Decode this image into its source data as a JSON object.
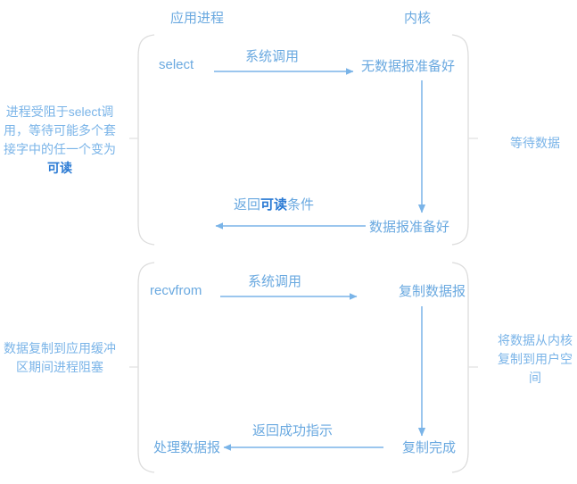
{
  "diagram": {
    "title_columns": [
      {
        "name": "app-process",
        "label": "应用进程"
      },
      {
        "name": "kernel",
        "label": "内核"
      }
    ],
    "colors": {
      "line": "#7ab4e8",
      "text": "#6aa9e0",
      "text_wrap": "#7ab4e8",
      "emphasis": "#2a7ad4",
      "bracket": "#d9d9d9",
      "background": "#ffffff"
    },
    "phase1": {
      "left_note": {
        "prefix": "进程受阻于select调用，等待可能多个套接字中的任一个变为",
        "emphasis": "可读",
        "suffix": ""
      },
      "right_note": "等待数据",
      "call_label": "select",
      "syscall_label": "系统调用",
      "kernel_state_top": "无数据报准备好",
      "kernel_state_bottom": "数据报准备好",
      "return_label": {
        "prefix": "返回",
        "emphasis": "可读",
        "suffix": "条件"
      }
    },
    "phase2": {
      "left_note": {
        "prefix": "数据复制到应用缓冲区期间进程阻塞",
        "emphasis": "",
        "suffix": ""
      },
      "right_note": "将数据从内核复制到用户空间",
      "call_label": "recvfrom",
      "syscall_label": "系统调用",
      "kernel_state_top": "复制数据报",
      "kernel_state_bottom": "复制完成",
      "return_label": {
        "prefix": "返回成功指示",
        "emphasis": "",
        "suffix": ""
      },
      "result_label": "处理数据报"
    }
  }
}
